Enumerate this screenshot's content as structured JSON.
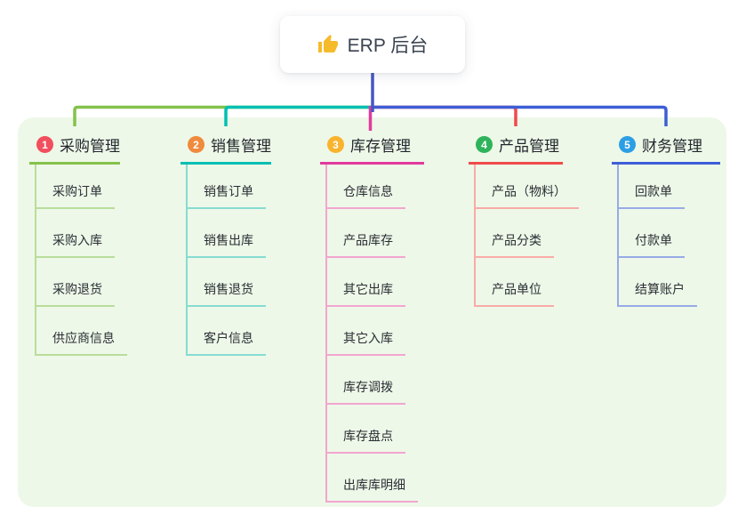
{
  "root": {
    "label": "ERP 后台",
    "icon": "thumbs-up-icon",
    "icon_color": "#f5bb2b",
    "stem_color": "#4656c4"
  },
  "panel": {
    "background": "#eef8e8"
  },
  "branches": [
    {
      "number": "1",
      "title": "采购管理",
      "badge_color": "#f14e5e",
      "line_color": "#84c24b",
      "child_line_color": "#b9dd9b",
      "children": [
        "采购订单",
        "采购入库",
        "采购退货",
        "供应商信息"
      ]
    },
    {
      "number": "2",
      "title": "销售管理",
      "badge_color": "#f08a3d",
      "line_color": "#00bfb3",
      "child_line_color": "#86dcd2",
      "children": [
        "销售订单",
        "销售出库",
        "销售退货",
        "客户信息"
      ]
    },
    {
      "number": "3",
      "title": "库存管理",
      "badge_color": "#f9b32e",
      "line_color": "#e23a9d",
      "child_line_color": "#f2a6d0",
      "children": [
        "仓库信息",
        "产品库存",
        "其它出库",
        "其它入库",
        "库存调拨",
        "库存盘点",
        "出库库明细"
      ]
    },
    {
      "number": "4",
      "title": "产品管理",
      "badge_color": "#2eb35a",
      "line_color": "#ef4b4b",
      "child_line_color": "#f9aba7",
      "children": [
        "产品（物料）",
        "产品分类",
        "产品单位"
      ]
    },
    {
      "number": "5",
      "title": "财务管理",
      "badge_color": "#2c9fe4",
      "line_color": "#3e5ed6",
      "child_line_color": "#97abe6",
      "children": [
        "回款单",
        "付款单",
        "结算账户"
      ]
    }
  ]
}
